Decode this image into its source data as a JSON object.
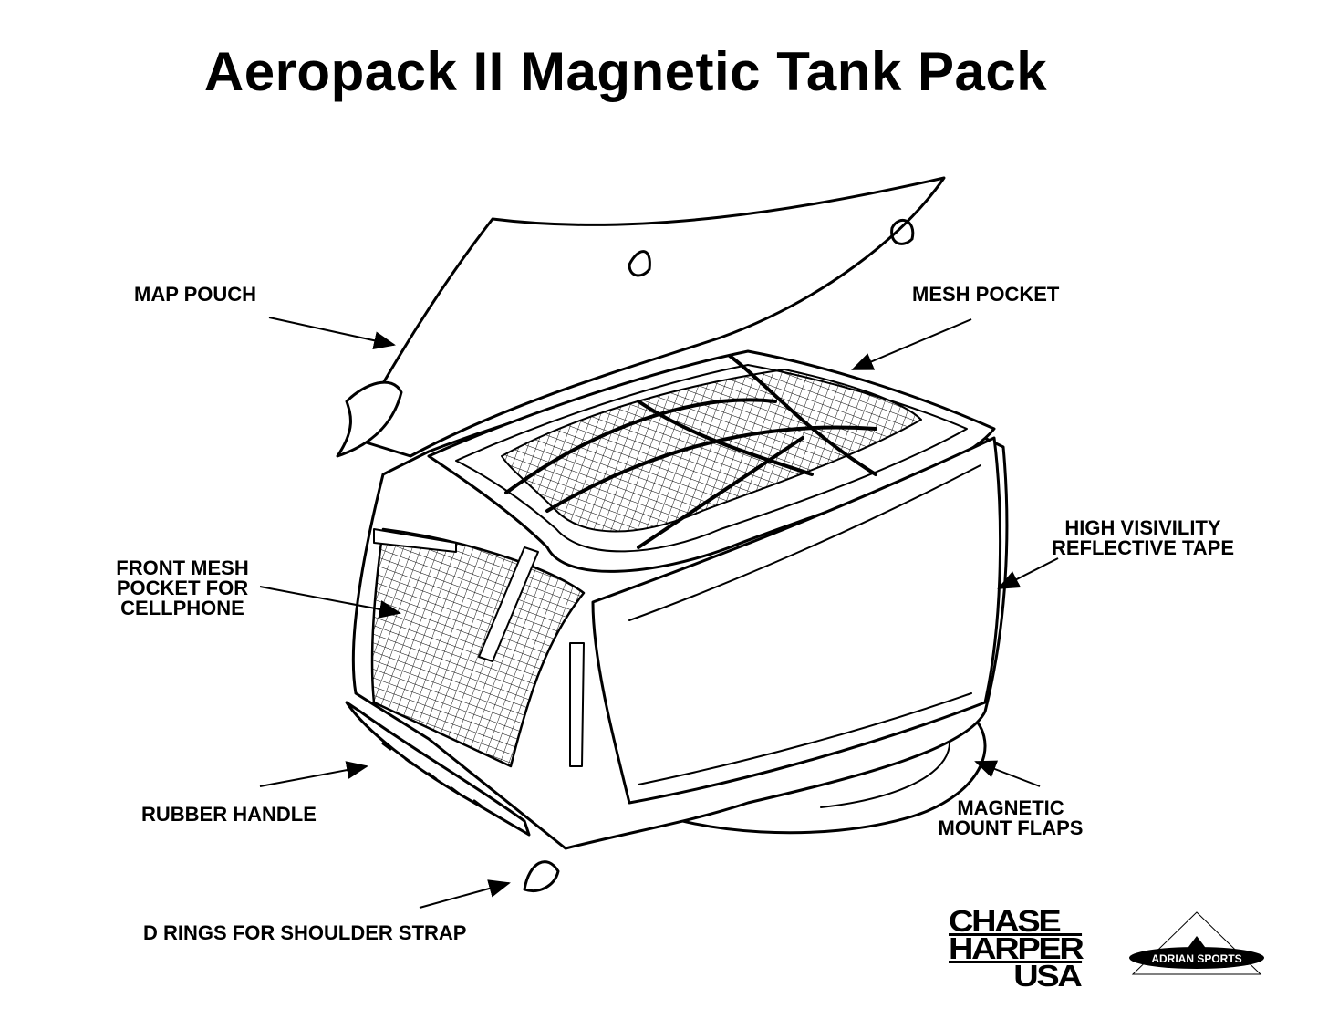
{
  "title": "Aeropack II Magnetic Tank Pack",
  "callouts": {
    "map_pouch": "MAP POUCH",
    "mesh_pocket": "MESH POCKET",
    "reflective_tape": [
      "HIGH VISIVILITY",
      "REFLECTIVE TAPE"
    ],
    "front_mesh": [
      "FRONT MESH",
      "POCKET FOR",
      "CELLPHONE"
    ],
    "rubber_handle": "RUBBER HANDLE",
    "magnetic_flaps": [
      "MAGNETIC",
      "MOUNT FLAPS"
    ],
    "d_rings": "D RINGS FOR SHOULDER STRAP"
  },
  "logos": {
    "chase_harper": [
      "CHASE",
      "HARPER",
      "USA"
    ],
    "adrian_sports": "ADRIAN SPORTS"
  }
}
